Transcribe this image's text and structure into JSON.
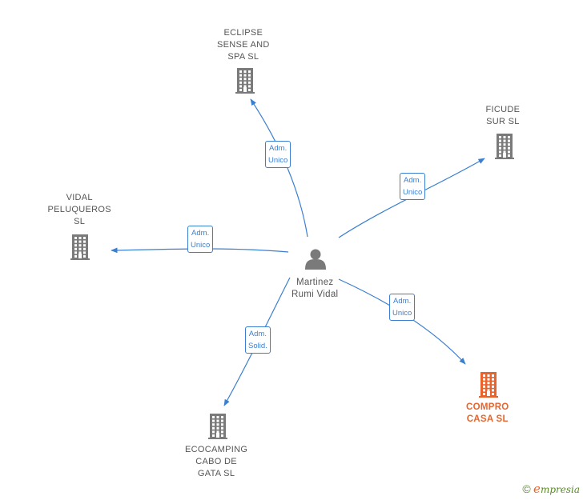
{
  "center": {
    "label": "Martinez\nRumi Vidal"
  },
  "nodes": [
    {
      "id": "eclipse",
      "label": "ECLIPSE\nSENSE AND\nSPA  SL",
      "highlight": false
    },
    {
      "id": "ficude",
      "label": "FICUDE\nSUR  SL",
      "highlight": false
    },
    {
      "id": "vidal",
      "label": "VIDAL\nPELUQUEROS\nSL",
      "highlight": false
    },
    {
      "id": "compro",
      "label": "COMPRO\nCASA  SL",
      "highlight": true
    },
    {
      "id": "ecocamping",
      "label": "ECOCAMPING\nCABO DE\nGATA SL",
      "highlight": false
    }
  ],
  "edges": [
    {
      "to": "eclipse",
      "label": "Adm.\nUnico"
    },
    {
      "to": "ficude",
      "label": "Adm.\nUnico"
    },
    {
      "to": "vidal",
      "label": "Adm.\nUnico"
    },
    {
      "to": "compro",
      "label": "Adm.\nUnico"
    },
    {
      "to": "ecocamping",
      "label": "Adm.\nSolid."
    }
  ],
  "colors": {
    "edge": "#3a7fd0",
    "building": "#7a7a7a",
    "highlight": "#e8642c",
    "person": "#7a7a7a"
  },
  "brand": {
    "copyright": "©",
    "initial": "e",
    "name": "mpresia"
  }
}
